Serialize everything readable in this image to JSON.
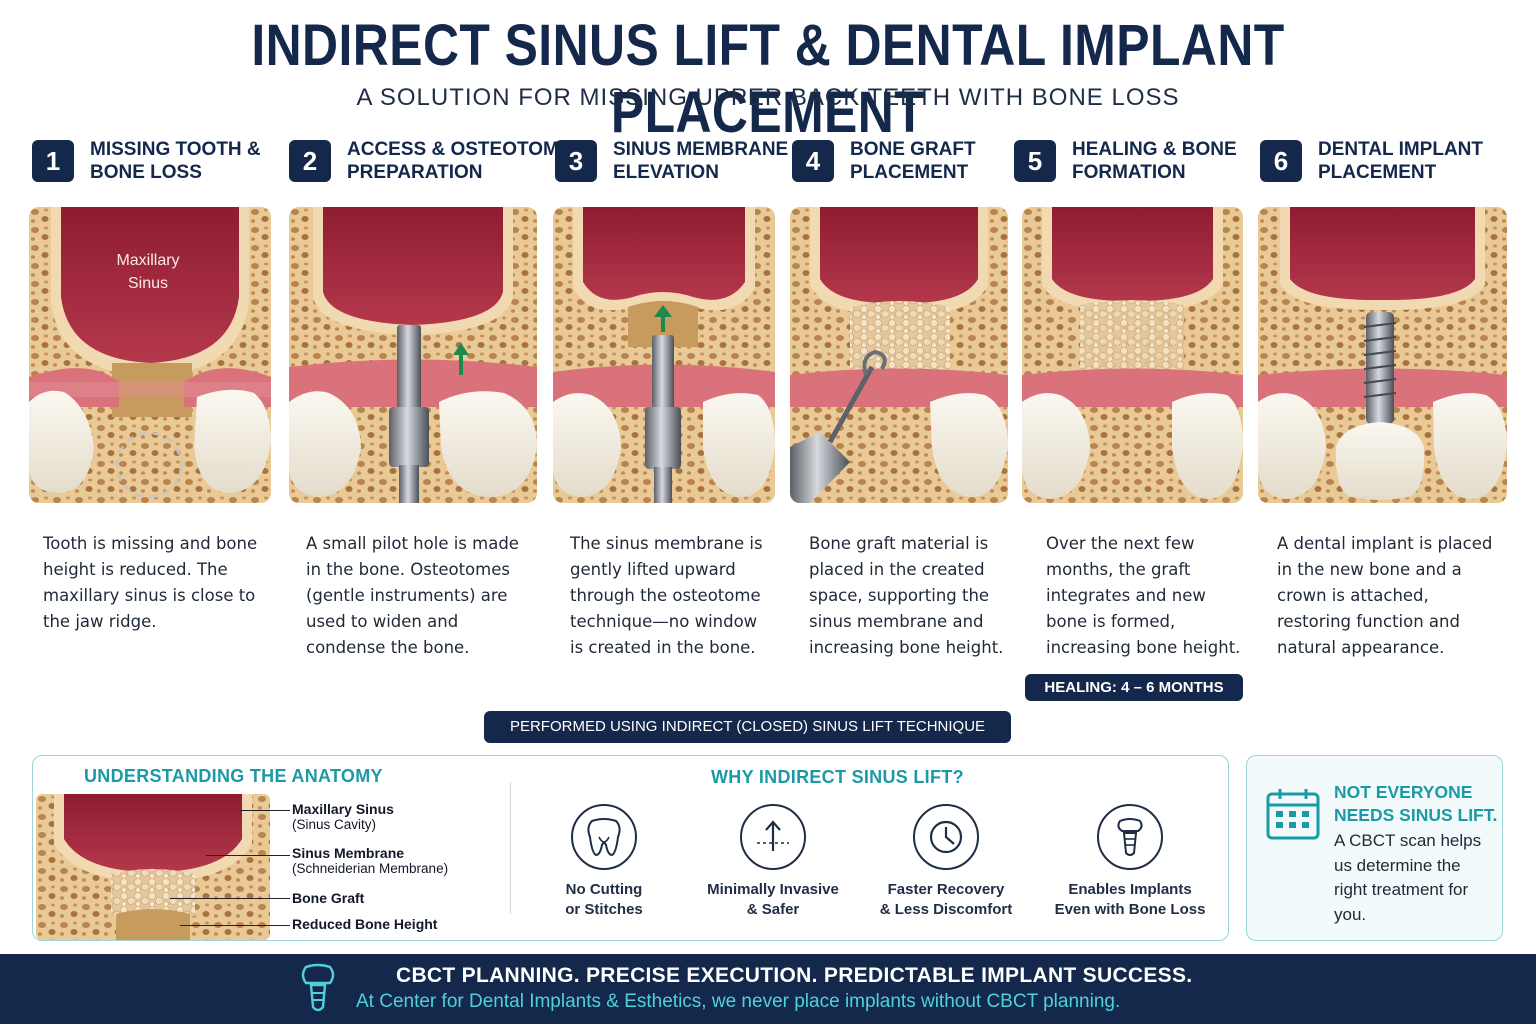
{
  "header": {
    "title": "INDIRECT SINUS LIFT & DENTAL IMPLANT PLACEMENT",
    "subtitle": "A SOLUTION FOR MISSING UPPER BACK TEETH WITH BONE LOSS"
  },
  "steps": [
    {
      "number": "1",
      "title": "MISSING TOOTH &\nBONE LOSS",
      "panel_label": "Maxillary\nSinus",
      "description": "Tooth is missing and bone height is reduced. The maxillary sinus is close to the jaw ridge."
    },
    {
      "number": "2",
      "title": "ACCESS & OSTEOTOME\nPREPARATION",
      "description": "A small pilot hole is made in the bone. Osteotomes (gentle instruments) are used to widen and condense the bone."
    },
    {
      "number": "3",
      "title": "SINUS MEMBRANE\nELEVATION",
      "description": "The sinus membrane is gently lifted upward through the osteotome technique—no window is created in the bone."
    },
    {
      "number": "4",
      "title": "BONE GRAFT\nPLACEMENT",
      "description": "Bone graft material is placed in the created space, supporting the sinus membrane and increasing bone height."
    },
    {
      "number": "5",
      "title": "HEALING & BONE\nFORMATION",
      "description": "Over the next few months, the graft integrates and new bone is formed, increasing bone height."
    },
    {
      "number": "6",
      "title": "DENTAL IMPLANT\nPLACEMENT",
      "description": "A dental implant is placed in the new bone and a crown is attached, restoring function and natural appearance."
    }
  ],
  "healing_badge": "HEALING: 4 – 6 MONTHS",
  "technique_badge": "PERFORMED USING INDIRECT (CLOSED) SINUS LIFT TECHNIQUE",
  "anatomy": {
    "title": "UNDERSTANDING THE ANATOMY",
    "labels": [
      {
        "name": "Maxillary Sinus",
        "detail": "(Sinus Cavity)"
      },
      {
        "name": "Sinus Membrane",
        "detail": "(Schneiderian Membrane)"
      },
      {
        "name": "Bone Graft",
        "detail": ""
      },
      {
        "name": "Reduced Bone Height",
        "detail": ""
      }
    ]
  },
  "why": {
    "title": "WHY INDIRECT SINUS LIFT?",
    "items": [
      {
        "icon": "tooth-icon",
        "label": "No Cutting\nor Stitches"
      },
      {
        "icon": "arrow-up-icon",
        "label": "Minimally Invasive\n& Safer"
      },
      {
        "icon": "clock-icon",
        "label": "Faster Recovery\n& Less Discomfort"
      },
      {
        "icon": "implant-icon",
        "label": "Enables Implants\nEven with Bone Loss"
      }
    ]
  },
  "note": {
    "icon": "calendar-icon",
    "heading": "NOT EVERYONE\nNEEDS SINUS LIFT.",
    "body": "A CBCT scan helps us determine the right treatment for you."
  },
  "footer": {
    "icon": "implant-tooth-icon",
    "line1": "CBCT PLANNING. PRECISE EXECUTION. PREDICTABLE IMPLANT SUCCESS.",
    "line2": "At Center for Dental Implants & Esthetics, we never place implants without CBCT planning."
  },
  "colors": {
    "navy": "#14284b",
    "teal": "#1b9aa6",
    "sinus": "#a3283c",
    "bone": "#e6c796",
    "gum": "#d9727a",
    "tooth": "#f3efe6"
  }
}
